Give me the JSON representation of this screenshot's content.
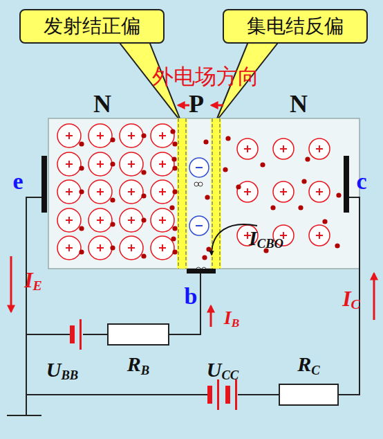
{
  "diagram": {
    "nodes": [
      {
        "text": [
          "发射结正偏"
        ]
      },
      {
        "text": [
          "集电结反偏"
        ]
      },
      {
        "text": [
          "RB"
        ]
      },
      {
        "text": [
          "RC"
        ]
      }
    ],
    "labels": [
      "外电场方向",
      "N",
      "P",
      "N",
      "e",
      "c",
      "b",
      "IE",
      "IB",
      "IC",
      "ICBO",
      "UBB",
      "UCC"
    ]
  }
}
